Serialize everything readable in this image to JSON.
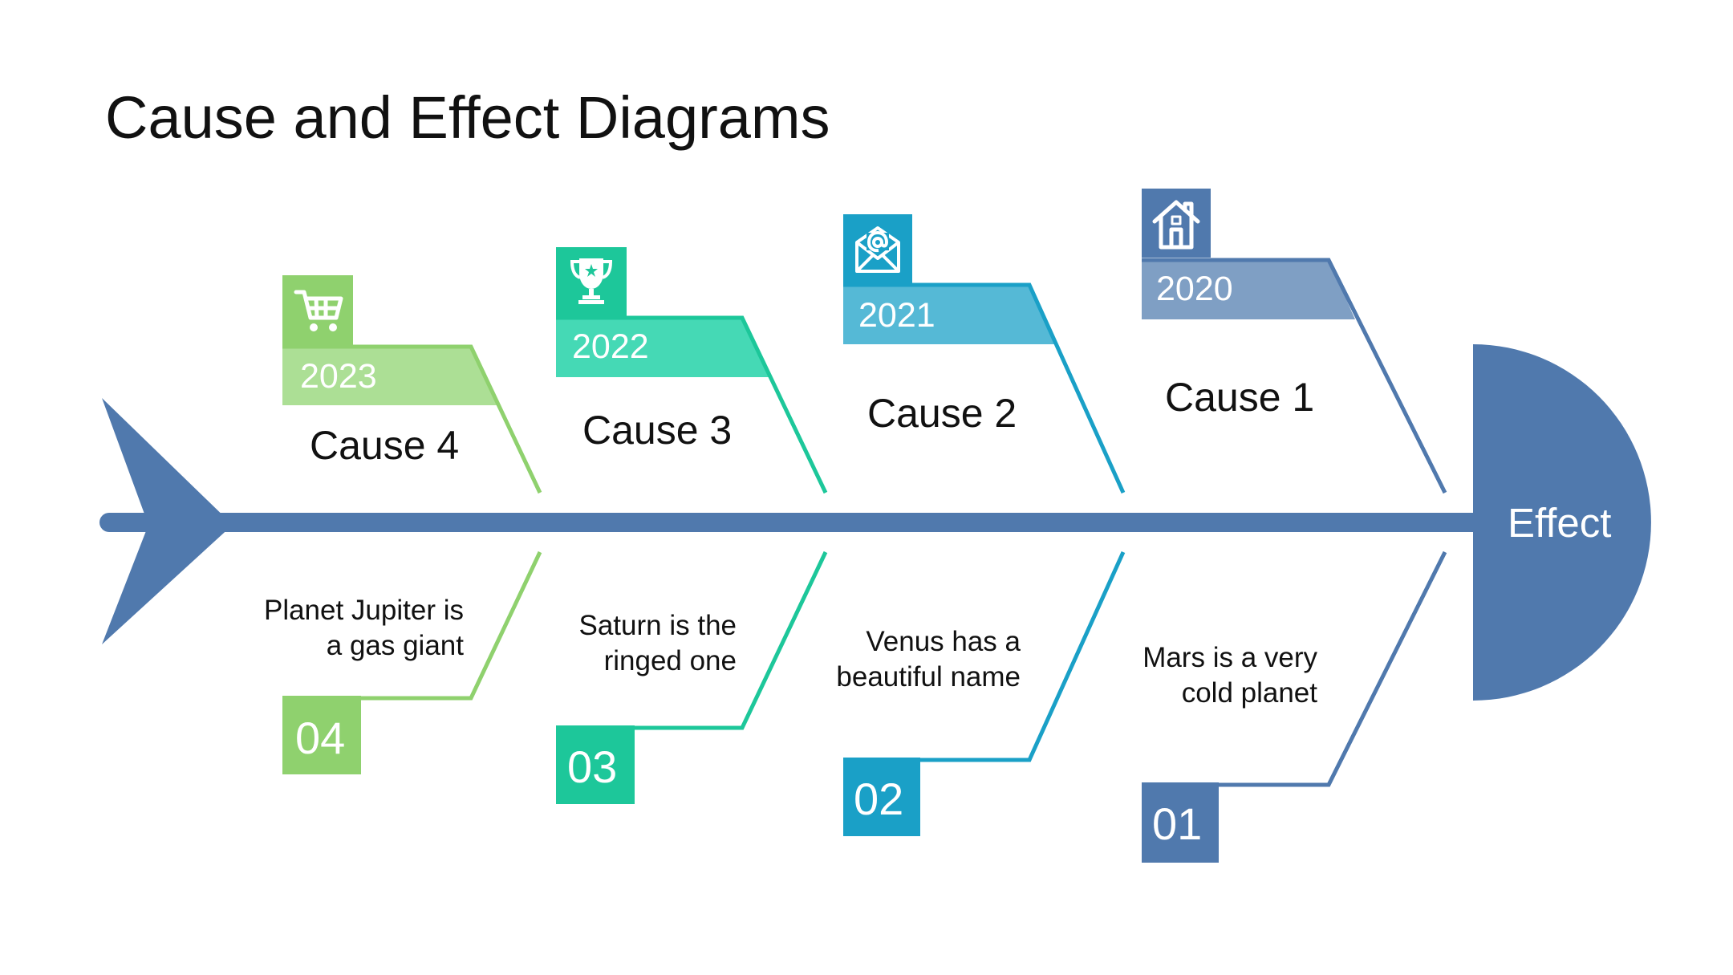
{
  "title": "Cause and Effect Diagrams",
  "effect": {
    "label": "Effect",
    "color": "#5079ad"
  },
  "spine_color": "#5079ad",
  "causes": [
    {
      "name": "Cause 4",
      "year": "2023",
      "number": "04",
      "description": "Planet Jupiter is a gas giant",
      "icon": "shopping-cart-icon",
      "color": "#8fd16e",
      "year_bar_color": "#acdf95"
    },
    {
      "name": "Cause 3",
      "year": "2022",
      "number": "03",
      "description": "Saturn is the ringed one",
      "icon": "trophy-icon",
      "color": "#1dc79a",
      "year_bar_color": "#45d9b5"
    },
    {
      "name": "Cause 2",
      "year": "2021",
      "number": "02",
      "description": "Venus has a beautiful name",
      "icon": "email-icon",
      "color": "#1aa0c7",
      "year_bar_color": "#55b9d6"
    },
    {
      "name": "Cause 1",
      "year": "2020",
      "number": "01",
      "description": "Mars is a very cold planet",
      "icon": "house-icon",
      "color": "#5079ad",
      "year_bar_color": "#7f9fc4"
    }
  ]
}
